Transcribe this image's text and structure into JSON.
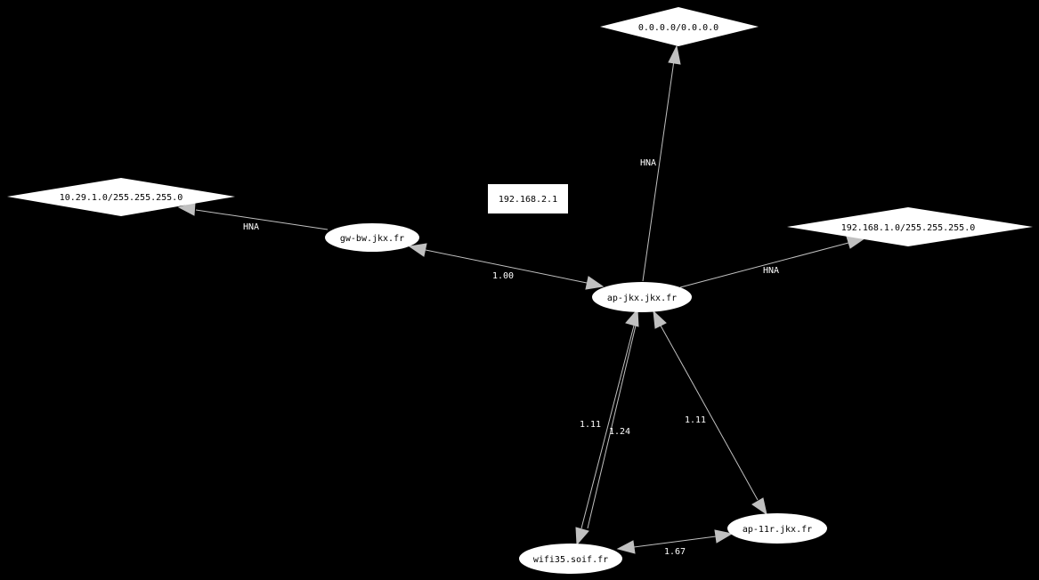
{
  "colors": {
    "background": "#000000",
    "edge": "#c0c0c0",
    "arrowhead": "#c0c0c0",
    "node_fill": "#ffffff",
    "node_text": "#000000",
    "label_text": "#ffffff"
  },
  "graph": {
    "gateway_box": "192.168.2.1",
    "nodes": {
      "gw_bw": "gw-bw.jkx.fr",
      "ap_jkx": "ap-jkx.jkx.fr",
      "wifi35": "wifi35.soif.fr",
      "ap_11r": "ap-11r.jkx.fr"
    },
    "networks": {
      "default": "0.0.0.0/0.0.0.0",
      "net_10": "10.29.1.0/255.255.255.0",
      "net_192": "192.168.1.0/255.255.255.0"
    },
    "edge_labels": {
      "hna": "HNA",
      "gw_ap": "1.00",
      "wifi_ap_a": "1.11",
      "wifi_ap_b": "1.24",
      "ap_11r": "1.11",
      "wifi_11r": "1.67"
    }
  }
}
